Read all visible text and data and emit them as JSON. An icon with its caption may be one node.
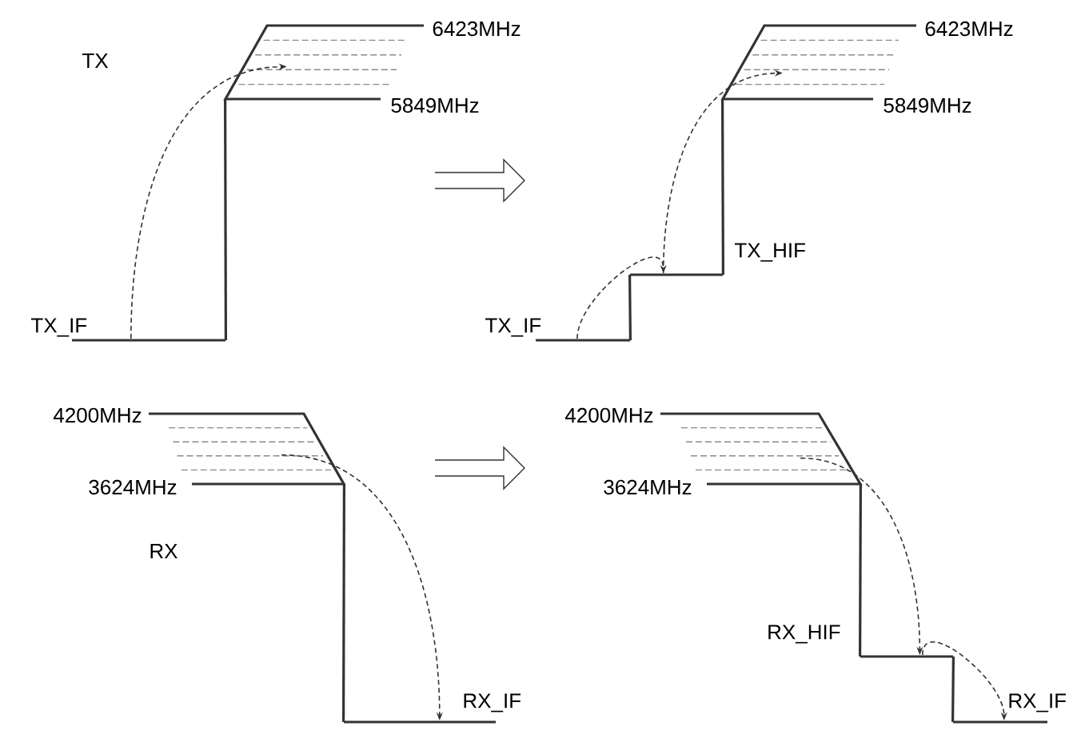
{
  "diagram": {
    "nodes": [
      {
        "text": [],
        "shape": "band",
        "beside": [
          "6423MHz",
          "5849MHz"
        ]
      },
      {
        "text": [],
        "shape": "line",
        "beside": [
          "TX_IF"
        ]
      },
      {
        "text": [],
        "shape": "band",
        "beside": [
          "6423MHz",
          "5849MHz"
        ]
      },
      {
        "text": [],
        "shape": "line",
        "beside": [
          "TX_HIF"
        ]
      },
      {
        "text": [],
        "shape": "line",
        "beside": [
          "TX_IF"
        ]
      },
      {
        "text": [],
        "shape": "band",
        "beside": [
          "4200MHz",
          "3624MHz"
        ]
      },
      {
        "text": [],
        "shape": "line",
        "beside": [
          "RX_IF"
        ]
      },
      {
        "text": [],
        "shape": "band",
        "beside": [
          "4200MHz",
          "3624MHz"
        ]
      },
      {
        "text": [],
        "shape": "line",
        "beside": [
          "RX_HIF"
        ]
      },
      {
        "text": [],
        "shape": "line",
        "beside": [
          "RX_IF"
        ]
      }
    ],
    "edges": [
      {
        "from": 1,
        "to": 0,
        "arrow": "to",
        "style": "dashed"
      },
      {
        "from": 4,
        "to": 3,
        "arrow": "to",
        "style": "dashed"
      },
      {
        "from": 3,
        "to": 2,
        "arrow": "to",
        "style": "dashed"
      },
      {
        "from": 5,
        "to": 6,
        "arrow": "to",
        "style": "dashed"
      },
      {
        "from": 7,
        "to": 8,
        "arrow": "to",
        "style": "dashed"
      },
      {
        "from": 8,
        "to": 9,
        "arrow": "to",
        "style": "dashed"
      },
      {
        "from": 0,
        "to": 1,
        "arrow": "none"
      },
      {
        "from": 2,
        "to": 3,
        "arrow": "none"
      },
      {
        "from": 3,
        "to": 4,
        "arrow": "none"
      },
      {
        "from": 5,
        "to": 6,
        "arrow": "none"
      },
      {
        "from": 7,
        "to": 8,
        "arrow": "none"
      },
      {
        "from": 8,
        "to": 9,
        "arrow": "none"
      }
    ],
    "labels": [
      "TX",
      "RX"
    ]
  }
}
